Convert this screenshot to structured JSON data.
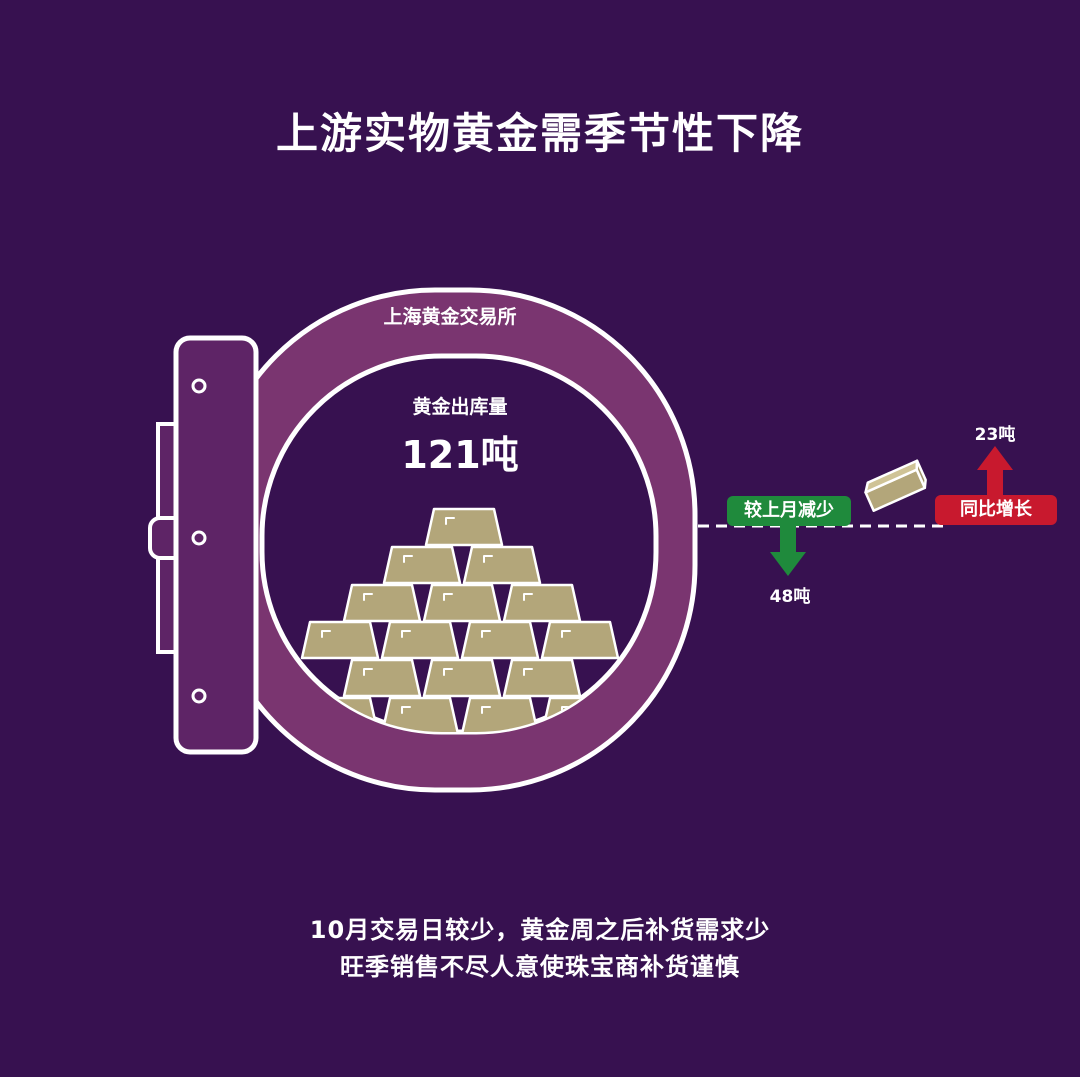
{
  "title": "上游实物黄金需季节性下降",
  "vault": {
    "name": "上海黄金交易所",
    "metric_label": "黄金出库量",
    "metric_value": "121吨"
  },
  "month_on_month": {
    "label": "较上月减少",
    "value": "48吨",
    "color": "#1f8a3c",
    "direction": "down"
  },
  "year_on_year": {
    "label": "同比增长",
    "value": "23吨",
    "color": "#c8192e",
    "direction": "up"
  },
  "caption": {
    "line1": "10月交易日较少，黄金周之后补货需求少",
    "line2": "旺季销售不尽人意使珠宝商补货谨慎"
  },
  "colors": {
    "background": "#371150",
    "vault_ring": "#7a3570",
    "vault_door": "#5e2466",
    "gold_bar": "#b3a67a"
  },
  "icons": {
    "vault": "vault-door-icon",
    "gold_bars": "gold-bar-icon",
    "arrow_down": "arrow-down-icon",
    "arrow_up": "arrow-up-icon"
  }
}
